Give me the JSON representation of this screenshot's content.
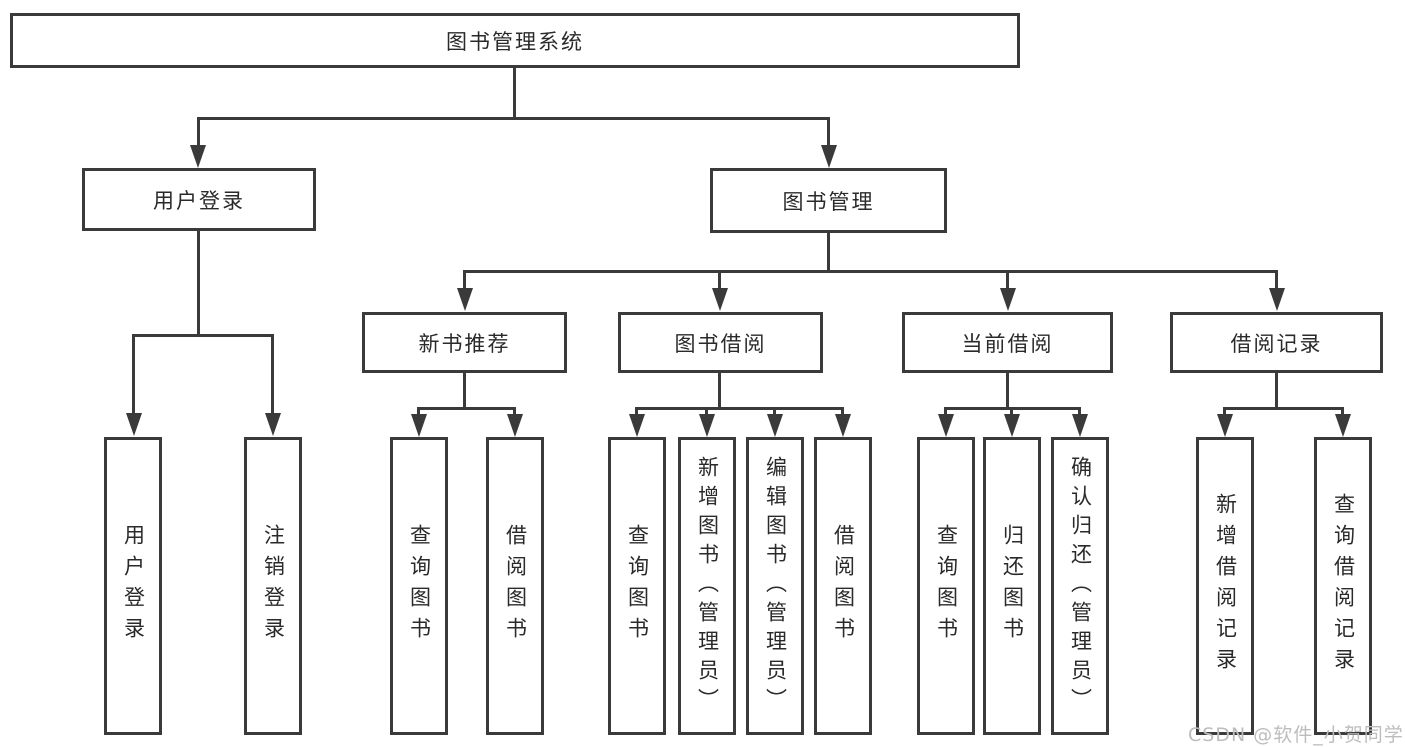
{
  "diagram": {
    "root": {
      "label": "图书管理系统"
    },
    "level2": [
      {
        "label": "用户登录"
      },
      {
        "label": "图书管理"
      }
    ],
    "level3": [
      {
        "label": "新书推荐"
      },
      {
        "label": "图书借阅"
      },
      {
        "label": "当前借阅"
      },
      {
        "label": "借阅记录"
      }
    ],
    "leaves": [
      {
        "label": "用户登录"
      },
      {
        "label": "注销登录"
      },
      {
        "label": "查询图书"
      },
      {
        "label": "借阅图书"
      },
      {
        "label": "查询图书"
      },
      {
        "label": "新增图书（管理员）"
      },
      {
        "label": "编辑图书（管理员）"
      },
      {
        "label": "借阅图书"
      },
      {
        "label": "查询图书"
      },
      {
        "label": "归还图书"
      },
      {
        "label": "确认归还（管理员）"
      },
      {
        "label": "新增借阅记录"
      },
      {
        "label": "查询借阅记录"
      }
    ],
    "watermark": "CSDN @软件_小贺同学",
    "colors": {
      "line": "#3a3a3a",
      "text": "#2a2a2a",
      "watermark": "#bdbdbd",
      "background": "#ffffff"
    }
  }
}
